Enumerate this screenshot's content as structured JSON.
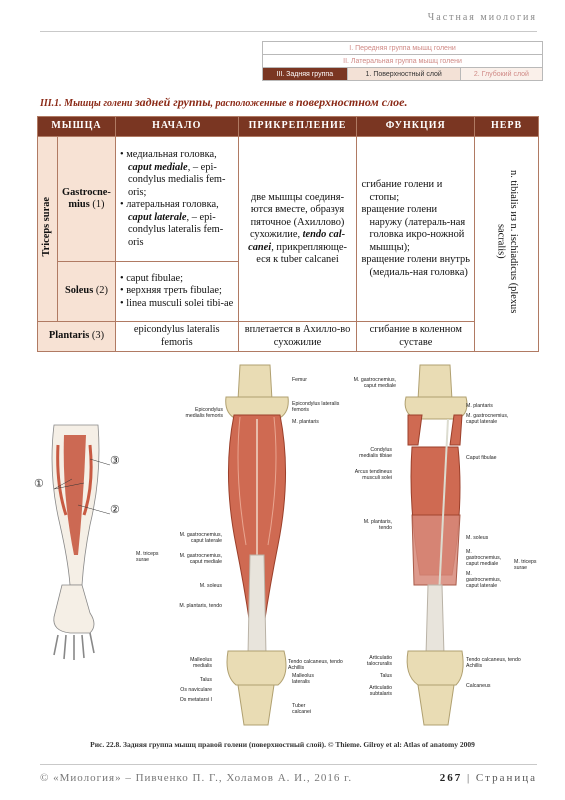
{
  "header": {
    "chapter": "Частная миология"
  },
  "nav": {
    "row1": "I. Передняя группа мышц голени",
    "row2": "II. Латеральная группа мышц голени",
    "row3": [
      "III. Задняя группа",
      "1. Поверхностный слой",
      "2. Глубокий слой"
    ]
  },
  "section": {
    "p1": "III.1. Мышцы голени ",
    "p2": "задней группы",
    "p3": ", расположенные в ",
    "p4": "поверхностном слое."
  },
  "table": {
    "headers": [
      "МЫШЦА",
      "НАЧАЛО",
      "ПРИКРЕПЛЕНИЕ",
      "ФУНКЦИЯ",
      "НЕРВ"
    ],
    "group": "Triceps surae",
    "gastro_name": "Gastrocne-mius",
    "gastro_num": " (1)",
    "soleus_name": "Soleus",
    "soleus_num": " (2)",
    "plantaris_name": "Plantaris",
    "plantaris_num": " (3)",
    "gastro_origin": {
      "b1a": "медиальная головка, ",
      "b1b": "caput mediale",
      "b1c": ", – epi-condylus medialis fem-oris;",
      "b2a": "латеральная головка, ",
      "b2b": "caput laterale",
      "b2c": ", – epi-condylus lateralis fem-oris"
    },
    "soleus_origin": [
      "caput fibulae;",
      "верхняя треть fibulae;",
      "linea musculi solei tibi-ae"
    ],
    "triceps_insertion": {
      "a": "две мышцы соединя-ются вместе, образуя пяточное (Ахиллово) сухожилие, ",
      "b": "tendo cal-canei",
      "c": ", прикрепляюще-еся к tuber calcanei"
    },
    "triceps_function": [
      "сгибание голени и стопы;",
      "вращение голени наружу (латераль-ная головка икро-ножной мышцы);",
      "вращение голени внутрь (медиаль-ная головка)"
    ],
    "nerve": "n. tibialis из n. ischiadicus (plexus sacralis)",
    "plantaris_origin": "epicondylus lateralis femoris",
    "plantaris_insertion": "вплетается в Ахилло-во сухожилие",
    "plantaris_function": "сгибание в коленном суставе"
  },
  "figure": {
    "callouts": [
      "①",
      "②",
      "③"
    ],
    "mid_labels": {
      "femur": "Femur",
      "epi_med": "Epicondylus medialis femoris",
      "epi_lat": "Epicondylus lateralis femoris",
      "m_plantaris": "M. plantaris",
      "gastro_lat": "M. gastrocnemius, caput laterale",
      "gastro_med": "M. gastrocnemius, caput mediale",
      "triceps": "M. triceps surae",
      "soleus": "M. soleus",
      "plantaris_tendo": "M. plantaris, tendo",
      "tendo_calc": "Tendo calcaneus, tendo Achillis",
      "mall_med": "Malleolus medialis",
      "mall_lat": "Malleolus lateralis",
      "talus": "Talus",
      "navic": "Os naviculare",
      "metatarsi": "Os metatarsi I",
      "tuber": "Tuber calcanei"
    },
    "right_labels": {
      "gastro_med": "M. gastrocnemius, caput mediale",
      "plantaris": "M. plantaris",
      "gastro_lat": "M. gastrocnemius, caput laterale",
      "condylus": "Condylus medialis tibiae",
      "arcus": "Arcus tendineus musculi solei",
      "caput_fib": "Caput fibulae",
      "plant_tendo": "M. plantaris, tendo",
      "soleus": "M. soleus",
      "gastro_med2": "M. gastrocnemius, caput mediale",
      "gastro_lat2": "M. gastrocnemius, caput laterale",
      "triceps": "M. triceps surae",
      "artic_talo": "Articulatio talocruralis",
      "talus": "Talus",
      "artic_sub": "Articulatio subtalaris",
      "tendo_calc": "Tendo calcaneus, tendo Achillis",
      "calcaneus": "Calcaneus"
    },
    "caption": "Рис. 22.8. Задняя группа мышц правой голени (поверхностный слой). © Thieme. Gilroy et al: Atlas of anatomy 2009"
  },
  "footer": {
    "copyright": "© «Миология» – Пивченко П. Г., Холамов А. И., 2016 г.",
    "page_num": "267",
    "page_word": " | Страница"
  }
}
